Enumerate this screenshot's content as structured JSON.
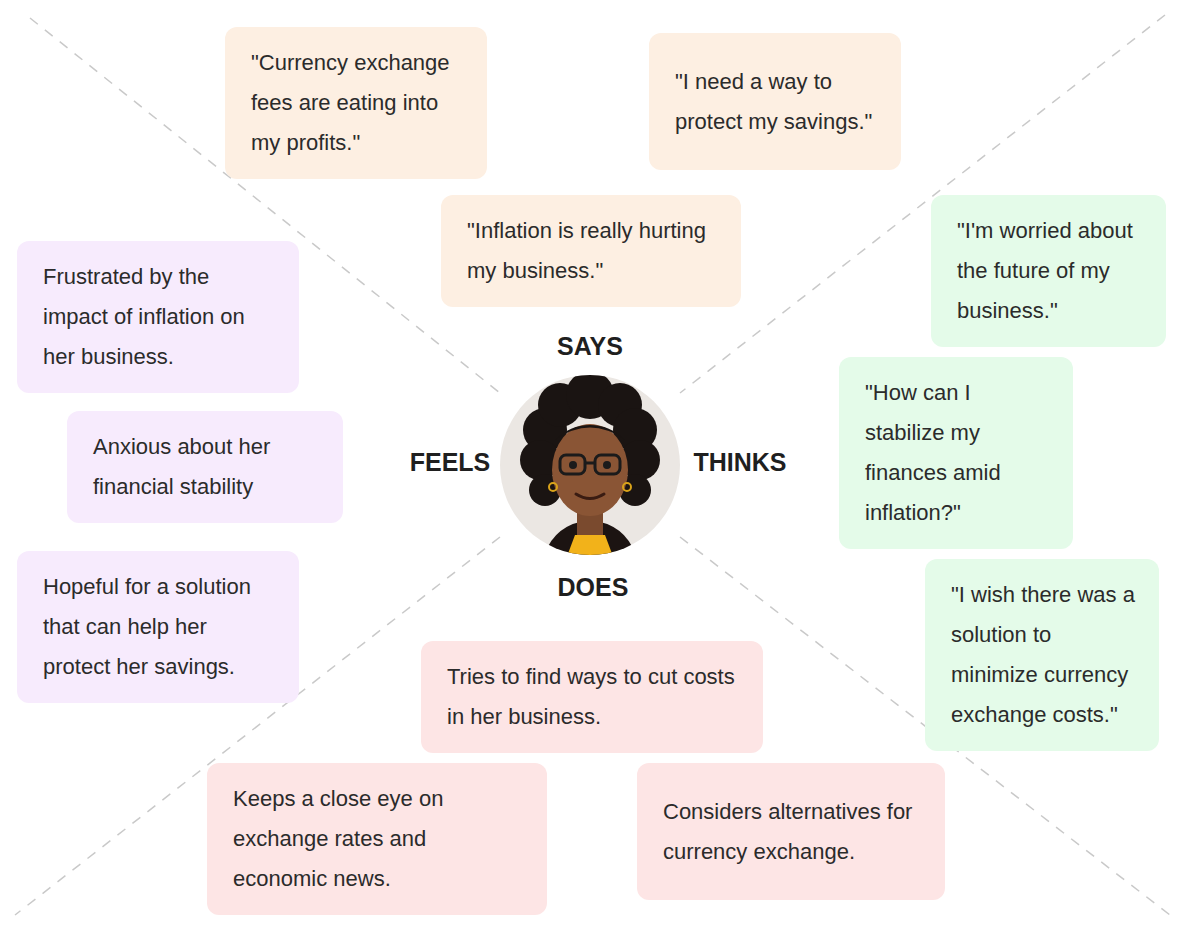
{
  "diagram": {
    "nodes": [
      {
        "text": [
          "\"Currency exchange fees are eating into my profits.\""
        ]
      },
      {
        "text": [
          "\"I need a way to protect my savings.\""
        ]
      },
      {
        "text": [
          "\"Inflation is really hurting my business.\""
        ]
      },
      {
        "text": [
          "\"I'm worried about the future of my business.\""
        ]
      },
      {
        "text": [
          "Frustrated by the impact of inflation on her business."
        ]
      },
      {
        "text": [
          "\"How can I stabilize my finances amid inflation?\""
        ]
      },
      {
        "text": [
          "Anxious about her financial stability"
        ]
      },
      {
        "text": [
          "Hopeful for a solution that can help her protect her savings."
        ]
      },
      {
        "text": [
          "\"I wish there was a solution to minimize currency exchange costs.\""
        ]
      },
      {
        "text": [
          "Tries to find ways to cut costs in her business."
        ]
      },
      {
        "text": [
          "Keeps a close eye on exchange rates and economic news."
        ]
      },
      {
        "text": [
          "Considers alternatives for currency exchange."
        ]
      }
    ],
    "labels": [
      "SAYS",
      "FEELS",
      "THINKS",
      "DOES"
    ]
  }
}
